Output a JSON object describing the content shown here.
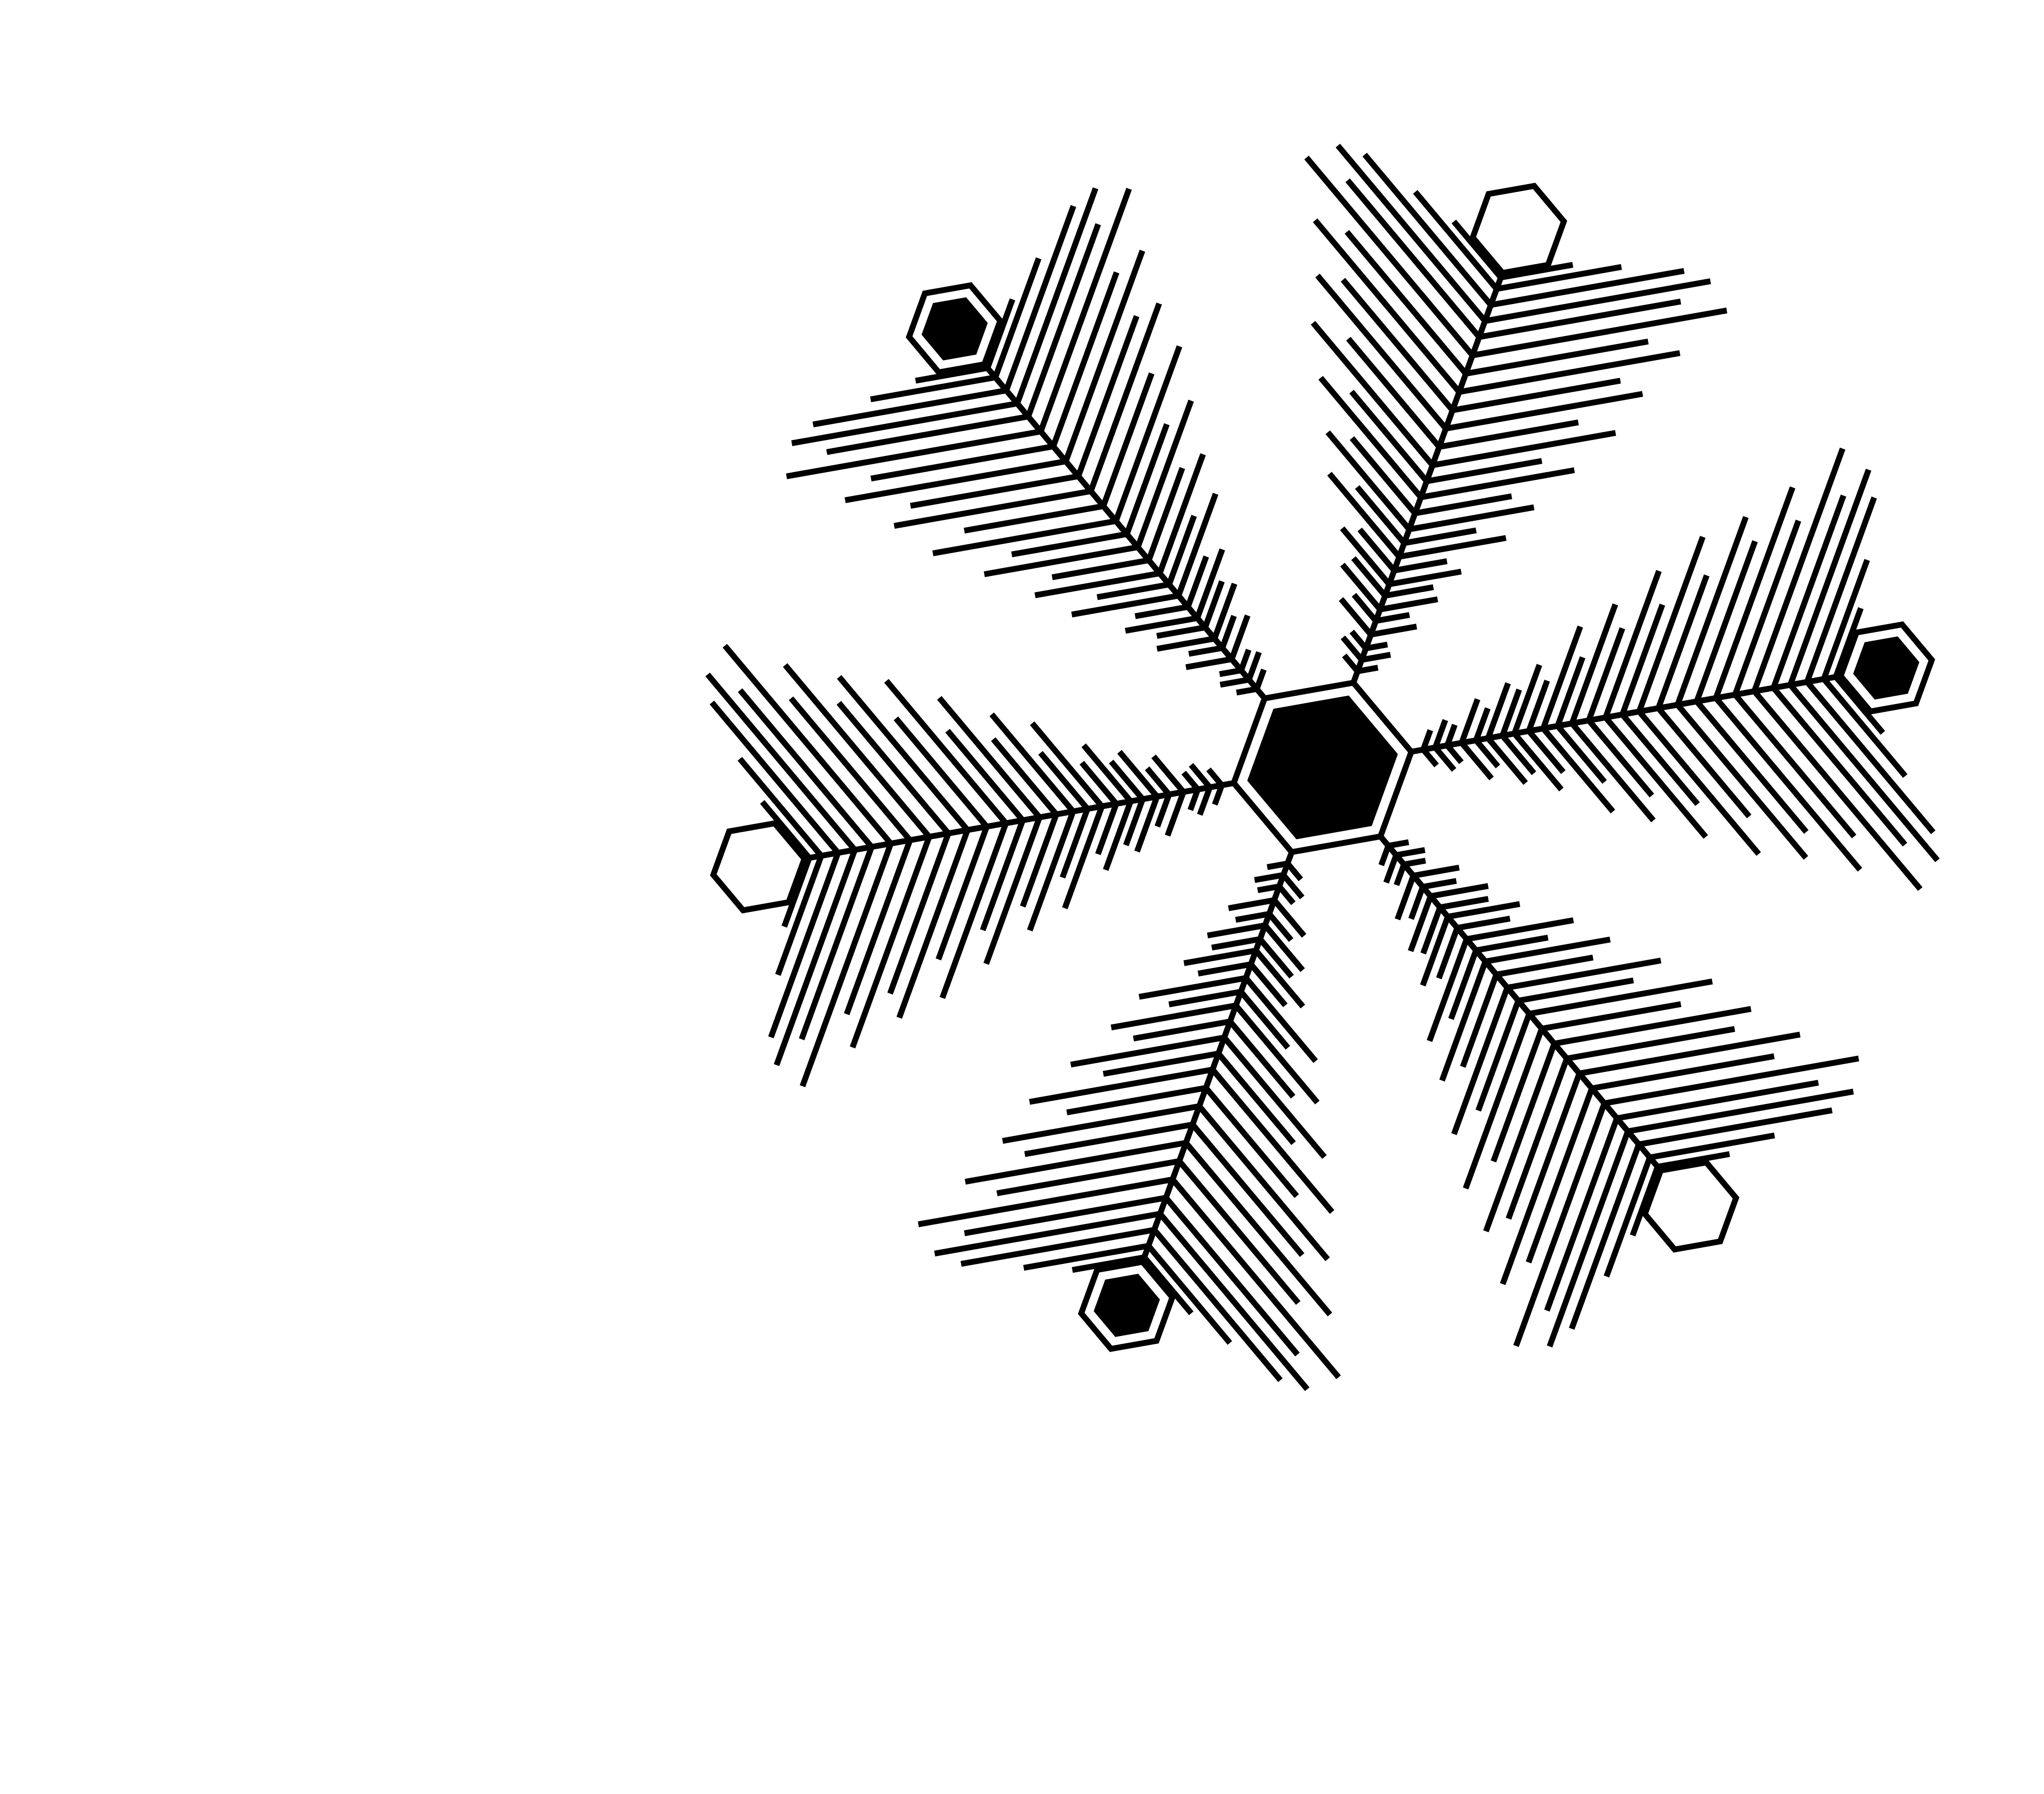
{
  "image": {
    "subject": "snowflake",
    "arms": 6,
    "colors": {
      "background": "#ffffff",
      "ink": "#000000"
    },
    "arm_tips": [
      "filled-hexagon",
      "outline-hexagon",
      "filled-hexagon",
      "outline-hexagon",
      "filled-hexagon",
      "outline-hexagon"
    ]
  }
}
